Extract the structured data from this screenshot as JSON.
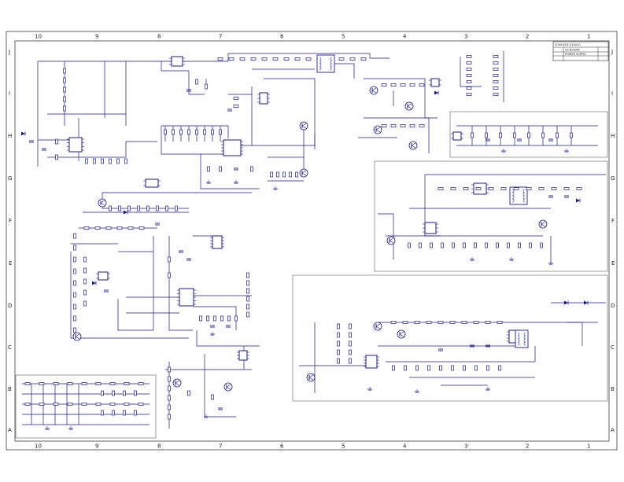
{
  "sheet": {
    "column_labels": [
      "10",
      "9",
      "8",
      "7",
      "6",
      "5",
      "4",
      "3",
      "2",
      "1"
    ],
    "row_labels": [
      "J",
      "I",
      "H",
      "G",
      "F",
      "E",
      "D",
      "C",
      "B",
      "A"
    ]
  },
  "title_block": {
    "title": "SONY KDF-E42A10",
    "board": "G1 BOARD",
    "model": "POWER SUPPLY"
  },
  "colors": {
    "wire": "#1a1a8c",
    "frame": "#000000",
    "box": "#888888",
    "tick_text": "#222222"
  }
}
